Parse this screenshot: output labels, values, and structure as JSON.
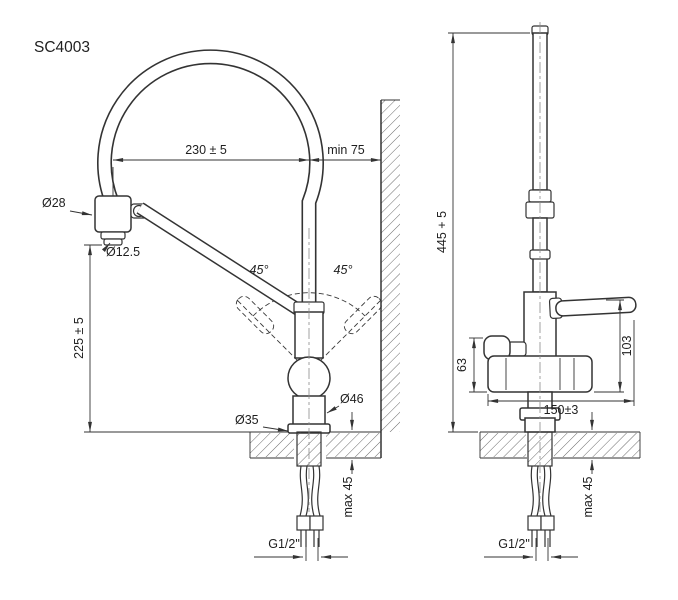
{
  "drawing": {
    "model": "SC4003"
  },
  "front_view": {
    "spout_reach": "230 ± 5",
    "wall_clearance": "min 75",
    "spout_diameter": "Ø28",
    "aerator_diameter": "Ø12.5",
    "swivel_left": "45°",
    "swivel_right": "45°",
    "spout_height": "225 ± 5",
    "base_diameter": "Ø35",
    "body_diameter": "Ø46",
    "max_deck_thickness": "max 45",
    "connection_thread": "G1/2\""
  },
  "side_view": {
    "total_height": "445 + 5",
    "valve_body_height": "63",
    "handle_height": "103",
    "handle_reach": "150±3",
    "max_deck_thickness": "max 45",
    "connection_thread": "G1/2\""
  }
}
